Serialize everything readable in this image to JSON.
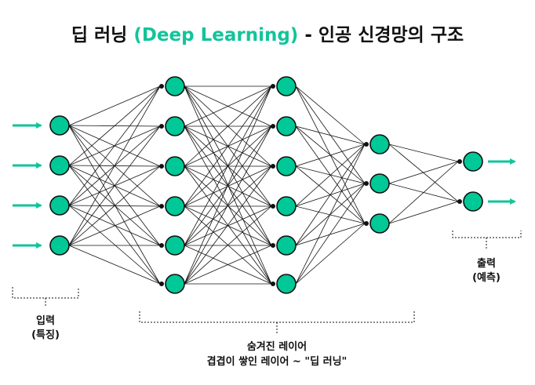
{
  "title": {
    "part1": "딥 러닝 ",
    "highlight": "(Deep Learning)",
    "part2": " - 인공 신경망의 구조"
  },
  "labels": {
    "input_line1": "입력",
    "input_line2": "(특징)",
    "hidden_line1": "숨겨진 레이어",
    "hidden_line2": "겹겹이 쌓인 레이어 ~ \"딥 러닝\"",
    "output_line1": "출력",
    "output_line2": "(예측)"
  },
  "network": {
    "layer_sizes": [
      4,
      6,
      6,
      3,
      2
    ],
    "input_arrows": 4,
    "output_arrows": 2
  },
  "colors": {
    "node_fill": "#00c896",
    "accent": "#12c49a",
    "edge": "#111111",
    "text": "#111111"
  }
}
